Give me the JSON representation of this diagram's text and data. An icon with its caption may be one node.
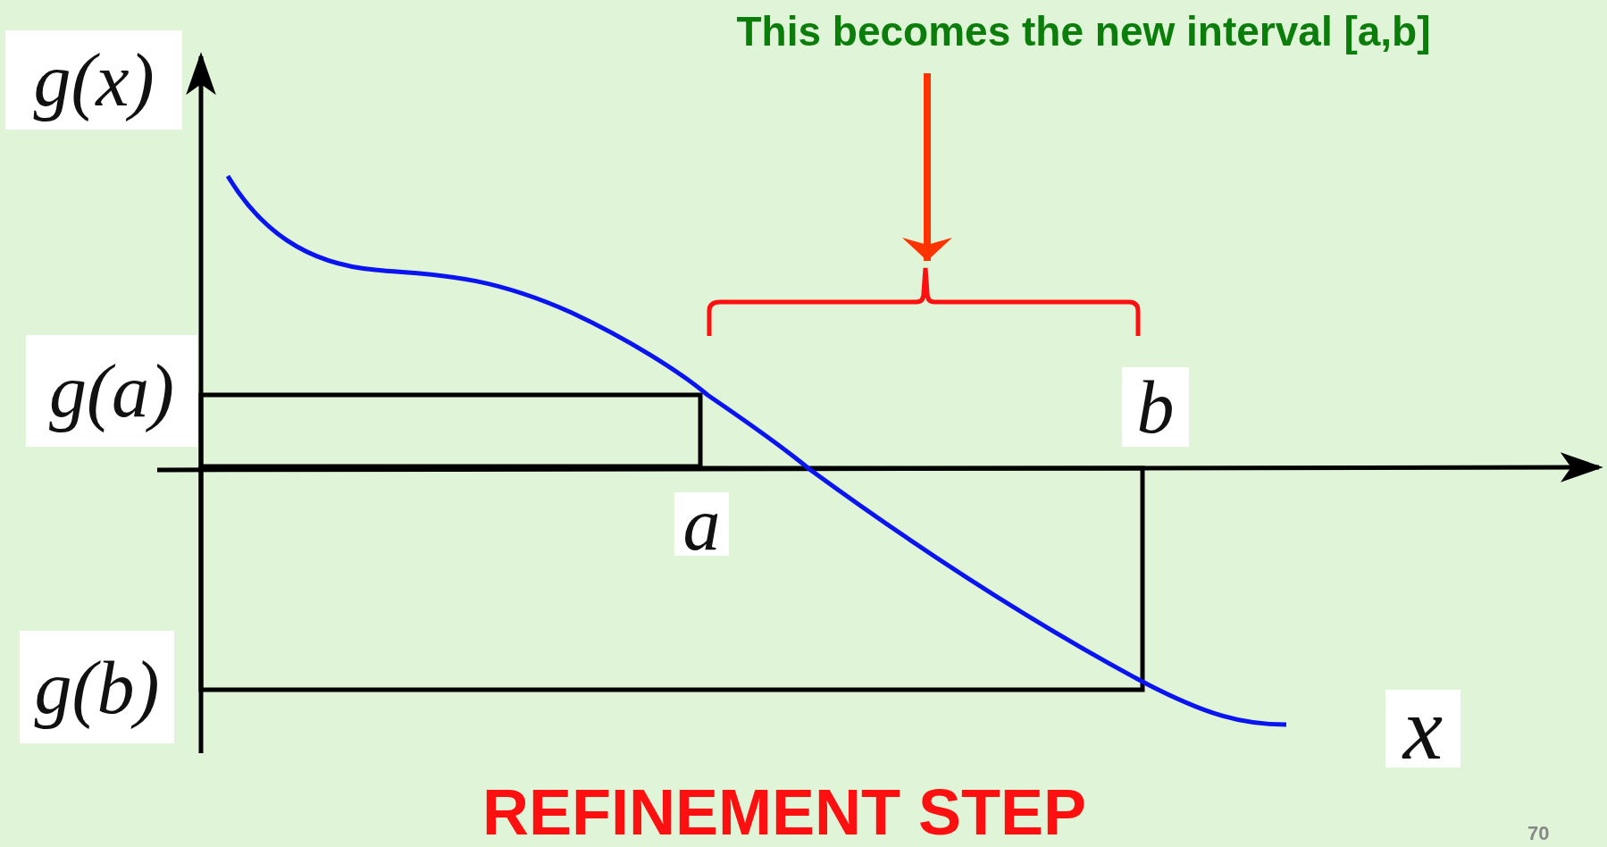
{
  "diagram": {
    "caption": "REFINEMENT STEP",
    "nodes": [
      {
        "text": [
          "This becomes the new interval [a,b]"
        ]
      },
      {
        "text": [],
        "shape": "bracket"
      }
    ],
    "edges": [
      {
        "from": 0,
        "to": 1,
        "arrow": "to"
      }
    ],
    "labels": [
      "g(x)",
      "g(a)",
      "b",
      "a",
      "g(b)",
      "x",
      "70"
    ]
  }
}
